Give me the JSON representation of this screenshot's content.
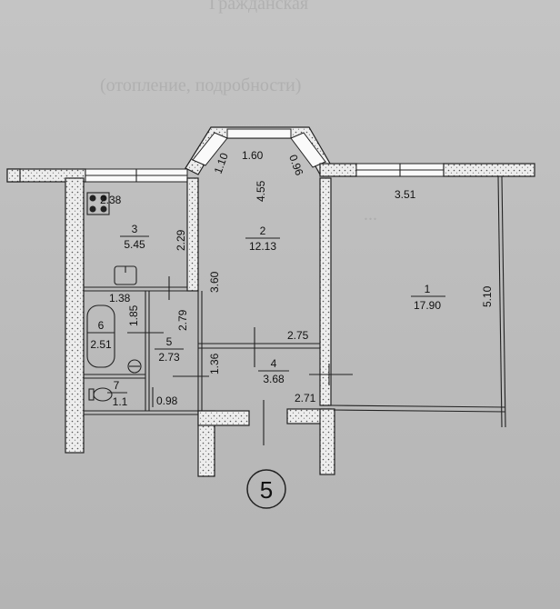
{
  "plan": {
    "apartment_number": "5",
    "background_text": [
      "Гражданская",
      "(отопление, подробности)",
      "..."
    ],
    "rooms": [
      {
        "num": "1",
        "area": "17.90"
      },
      {
        "num": "2",
        "area": "12.13"
      },
      {
        "num": "3",
        "area": "5.45"
      },
      {
        "num": "4",
        "area": "3.68"
      },
      {
        "num": "5",
        "area": "2.73"
      },
      {
        "num": "6",
        "area": "2.51"
      },
      {
        "num": "7",
        "area": "1.1"
      }
    ],
    "dimensions": [
      "1.60",
      "1.10",
      "0.96",
      "4.55",
      "2.38",
      "2.29",
      "3.51",
      "3.60",
      "5.10",
      "2.79",
      "1.38",
      "1.85",
      "2.75",
      "1.36",
      "2.71",
      "0.98"
    ]
  }
}
